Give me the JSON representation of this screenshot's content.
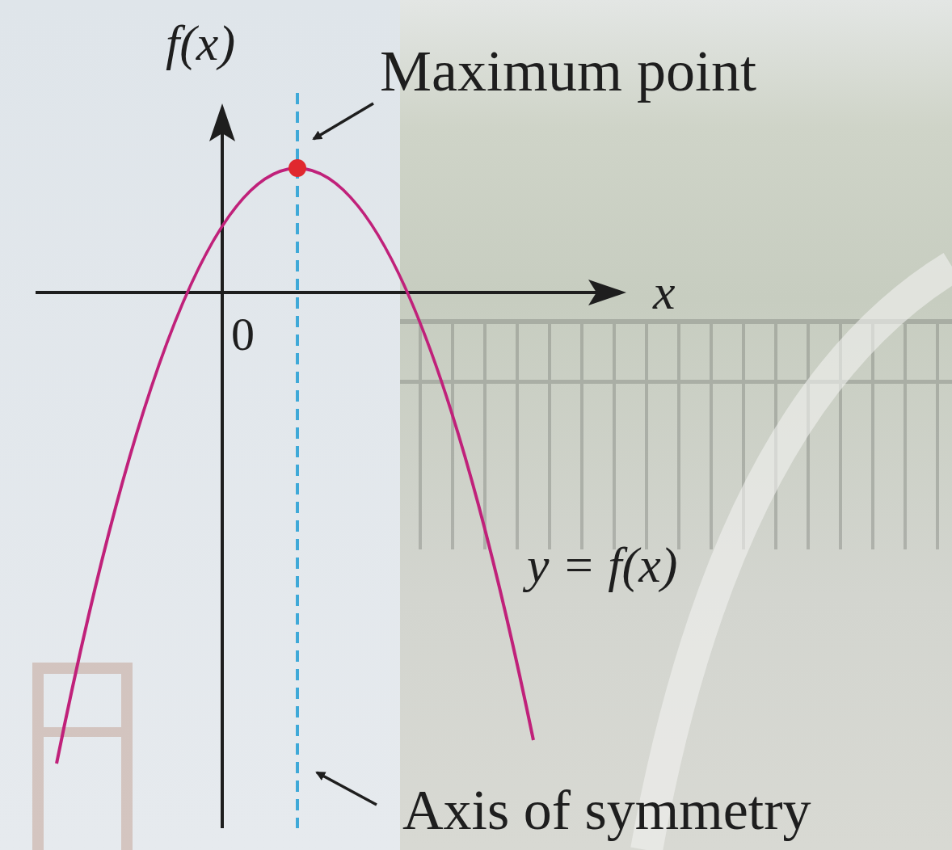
{
  "diagram": {
    "labels": [
      "f(x)",
      "Maximum point",
      "x",
      "0",
      "y = f(x)",
      "Axis of symmetry"
    ]
  }
}
